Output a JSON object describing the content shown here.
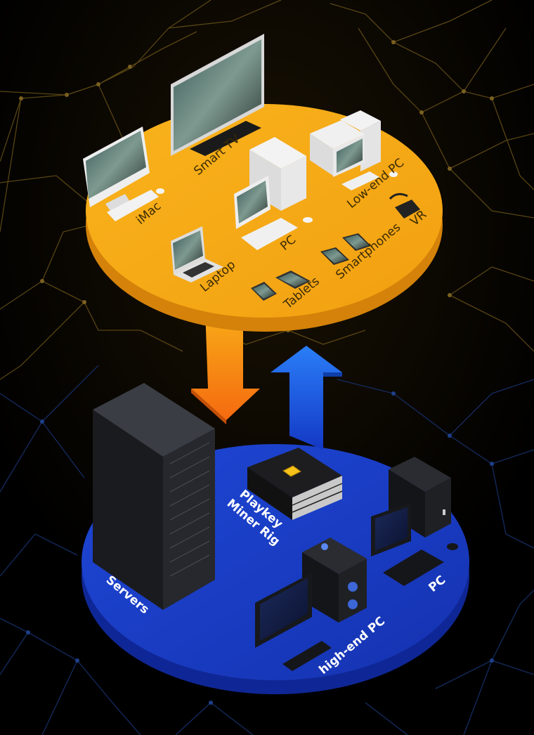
{
  "colors": {
    "background": "#000000",
    "network_gold": "#6b5418",
    "network_blue": "#17306a",
    "client_platform": "#f5a915",
    "client_platform_edge": "#d4820a",
    "server_platform": "#1a3cc4",
    "server_platform_edge": "#0f2796",
    "down_arrow": "#f7941d",
    "up_arrow": "#1f6ef0"
  },
  "client_platform": {
    "title": "Client devices",
    "devices": [
      {
        "id": "smart-tv",
        "label": "Smart TV"
      },
      {
        "id": "imac",
        "label": "iMac"
      },
      {
        "id": "low-end-pc",
        "label": "Low-end PC"
      },
      {
        "id": "vr",
        "label": "VR"
      },
      {
        "id": "pc",
        "label": "PC"
      },
      {
        "id": "laptop",
        "label": "Laptop"
      },
      {
        "id": "smartphones",
        "label": "Smartphones"
      },
      {
        "id": "tablets",
        "label": "Tablets"
      }
    ]
  },
  "server_platform": {
    "title": "Compute providers",
    "devices": [
      {
        "id": "servers",
        "label": "Servers"
      },
      {
        "id": "miner-rig",
        "label_line1": "Playkey",
        "label_line2": "Miner Rig"
      },
      {
        "id": "pc",
        "label": "PC"
      },
      {
        "id": "high-end-pc",
        "label": "high-end PC"
      }
    ]
  },
  "arrows": {
    "down": "stream-to-clients",
    "up": "input-to-servers"
  }
}
